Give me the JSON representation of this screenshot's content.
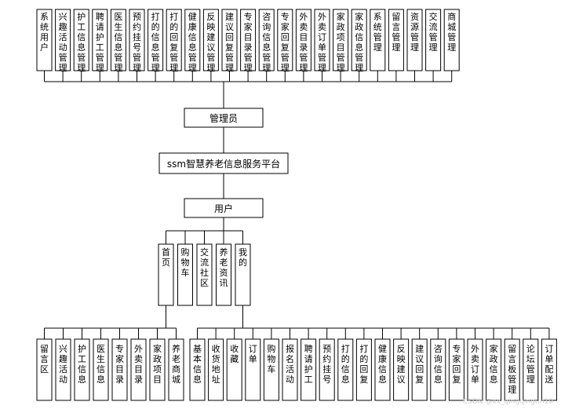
{
  "admin_modules": [
    "系统用户",
    "兴趣活动管理",
    "护工信息管理",
    "聘请护工管理",
    "医生信息管理",
    "预约挂号管理",
    "打的信息管理",
    "打的回复管理",
    "健康信息管理",
    "反映建议管理",
    "建议回复管理",
    "专家目录管理",
    "咨询信息管理",
    "专家回复管理",
    "外卖目录管理",
    "外卖订单管理",
    "家政项目管理",
    "家政信息管理",
    "系统管理",
    "留言管理",
    "资源管理",
    "交流管理",
    "商城管理"
  ],
  "admin_label": "管理员",
  "platform_label": "ssm智慧养老信息服务平台",
  "user_label": "用户",
  "user_sections": [
    "首页",
    "购物车",
    "交流社区",
    "养老资讯",
    "我的"
  ],
  "home_modules": [
    "留言区",
    "兴趣活动",
    "护工信息",
    "医生信息",
    "专家目录",
    "外卖目录",
    "家政项目",
    "养老商城"
  ],
  "mine_modules": [
    "基本信息",
    "收货地址",
    "收藏",
    "订单",
    "购物车",
    "报名活动",
    "聘请护工",
    "预约挂号",
    "打的信息",
    "打的回复",
    "健康信息",
    "反映建议",
    "建议回复",
    "咨询信息",
    "专家回复",
    "外卖订单",
    "家政信息",
    "留言板管理",
    "论坛管理",
    "订单配送"
  ],
  "watermark": "CSDN @xx_qingqingtin19"
}
